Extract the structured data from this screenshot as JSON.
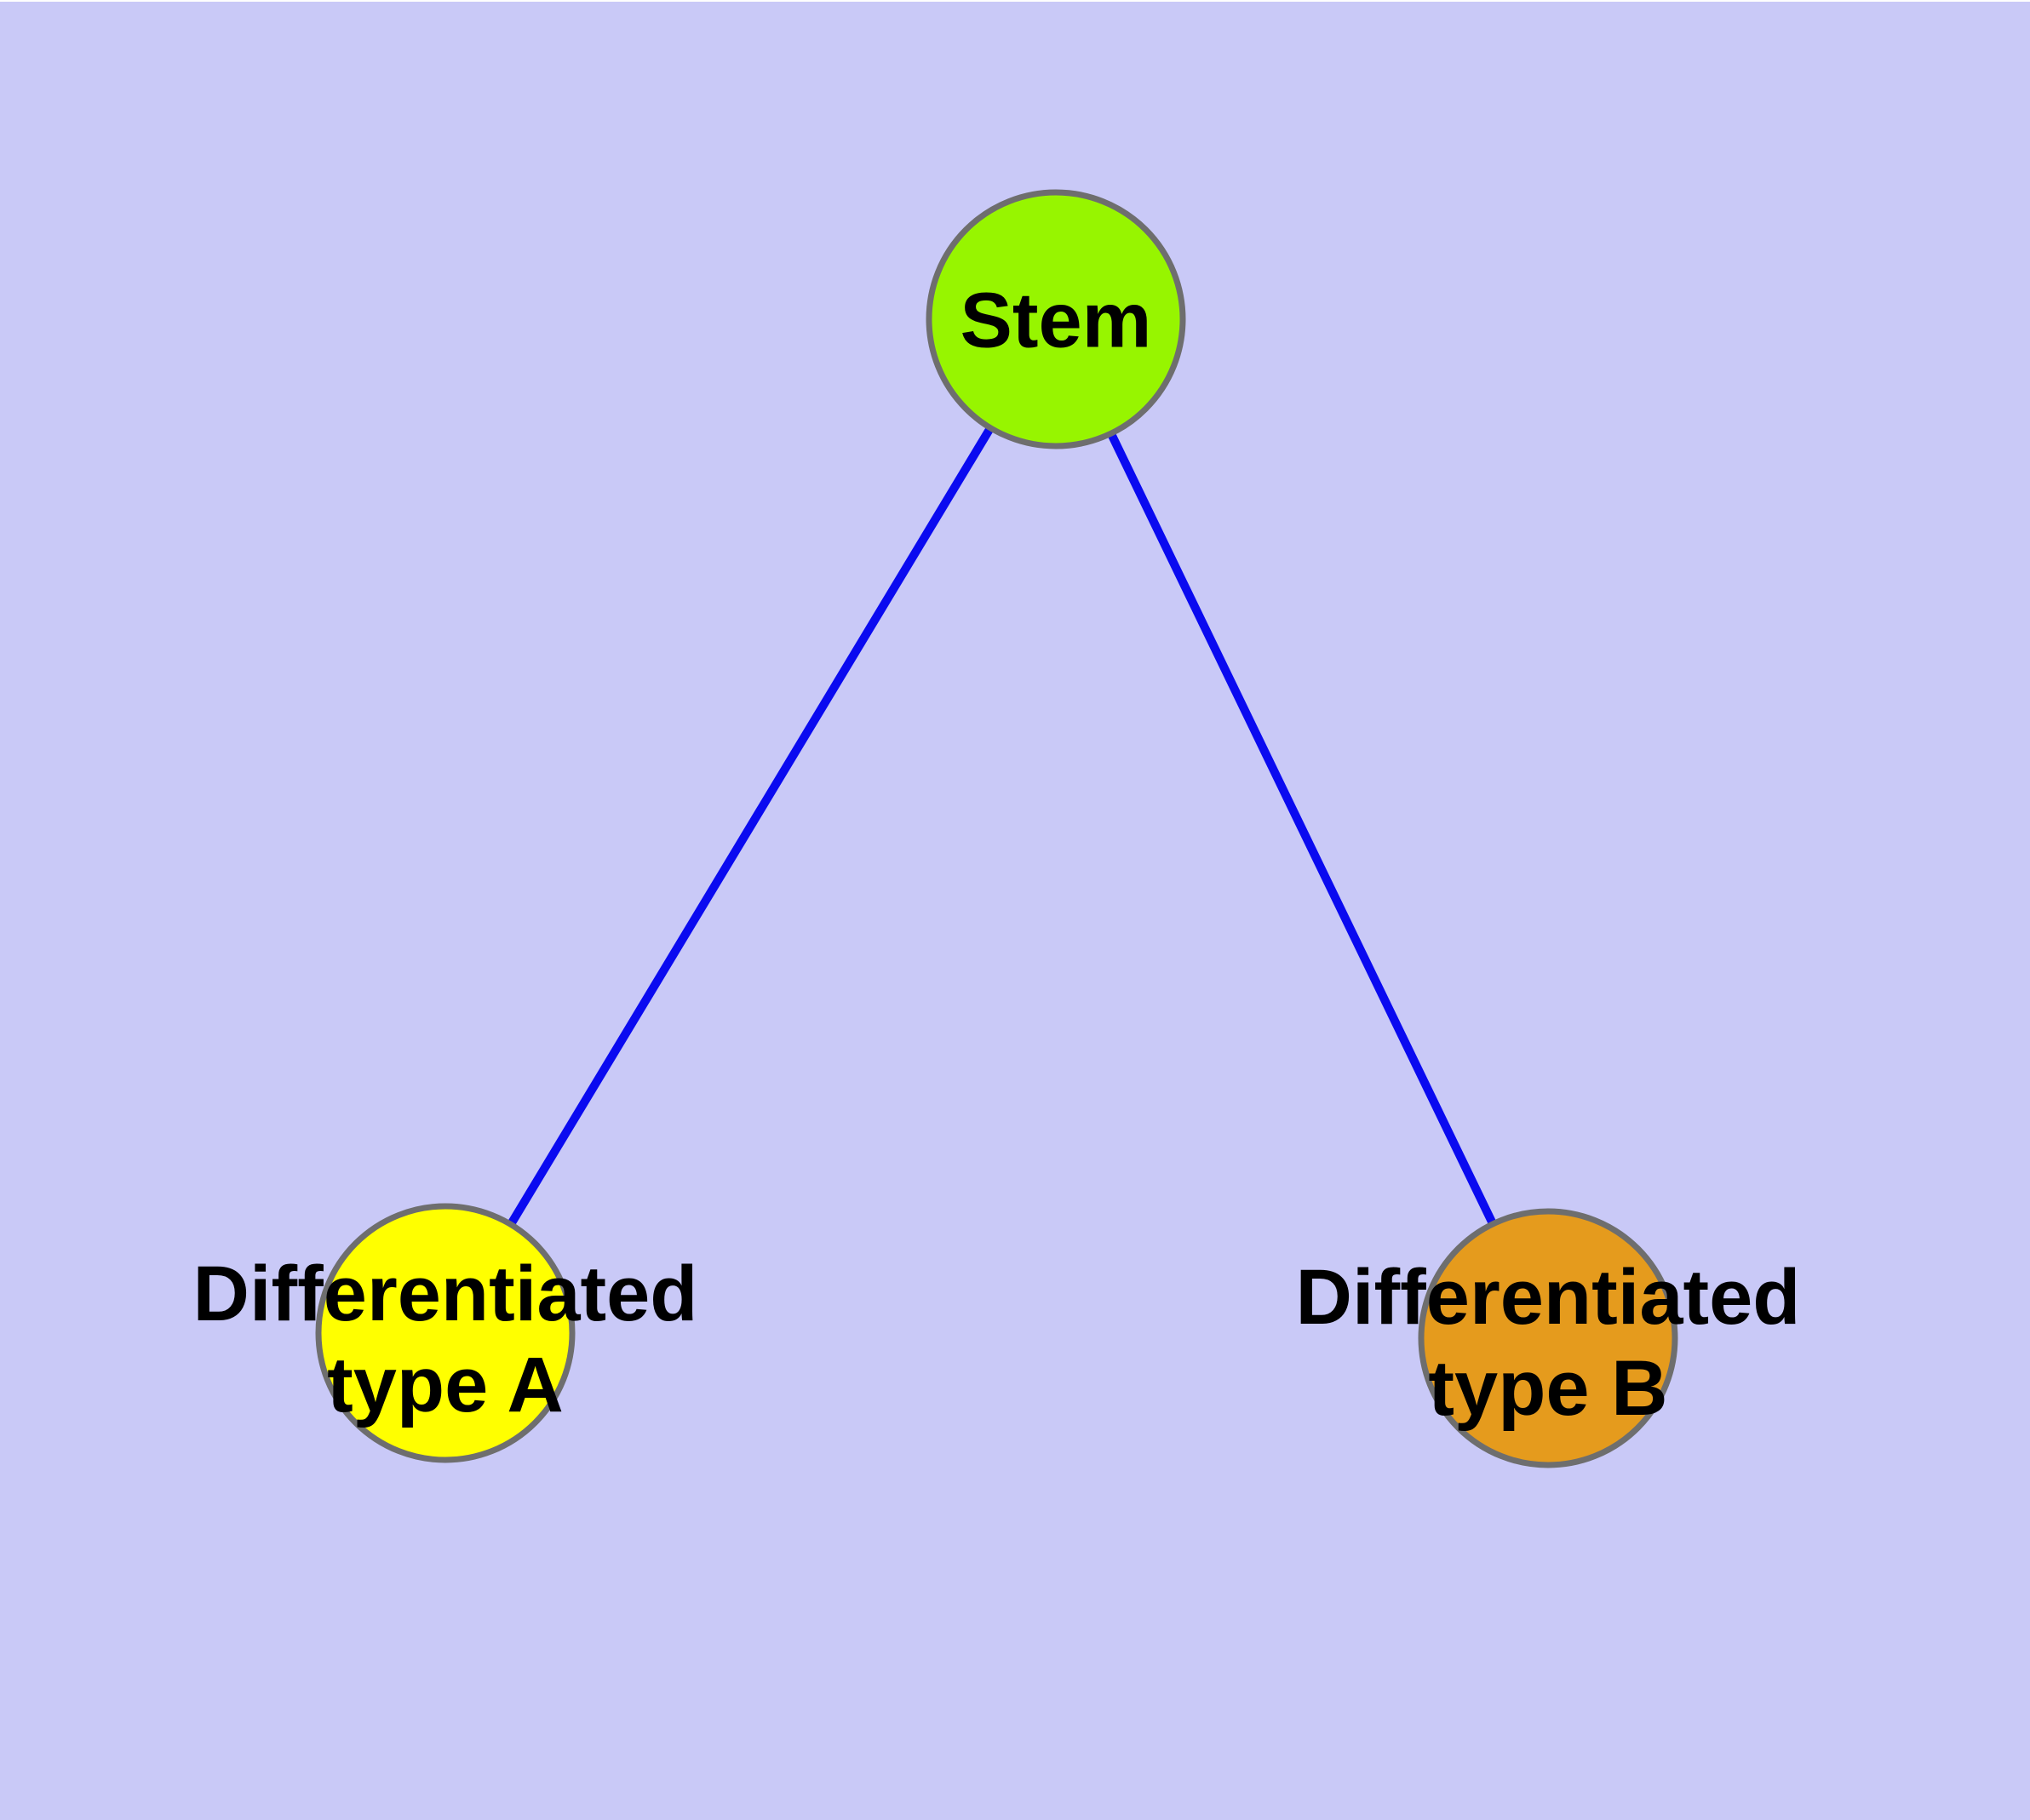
{
  "diagram": {
    "type": "node-link-graph",
    "colors": {
      "background": "#C9C9F7",
      "top_strip": "#FEFEFE",
      "edge": "#0A0AF0",
      "node_border": "#6E6E6E",
      "label_text": "#000000",
      "stem_fill": "#97F500",
      "type_a_fill": "#FFFF00",
      "type_b_fill": "#E59B1D"
    },
    "nodes": [
      {
        "id": "stem",
        "label": "Stem",
        "label_lines": [
          "Stem"
        ],
        "fill": "#97F500"
      },
      {
        "id": "differentiated-type-a",
        "label": "Differentiated type A",
        "label_lines": [
          "Differentiated",
          "type A"
        ],
        "fill": "#FFFF00"
      },
      {
        "id": "differentiated-type-b",
        "label": "Differentiated type B",
        "label_lines": [
          "Differentiated",
          "type B"
        ],
        "fill": "#E59B1D"
      }
    ],
    "edges": [
      {
        "from": "stem",
        "to": "differentiated-type-a"
      },
      {
        "from": "stem",
        "to": "differentiated-type-b"
      }
    ]
  }
}
